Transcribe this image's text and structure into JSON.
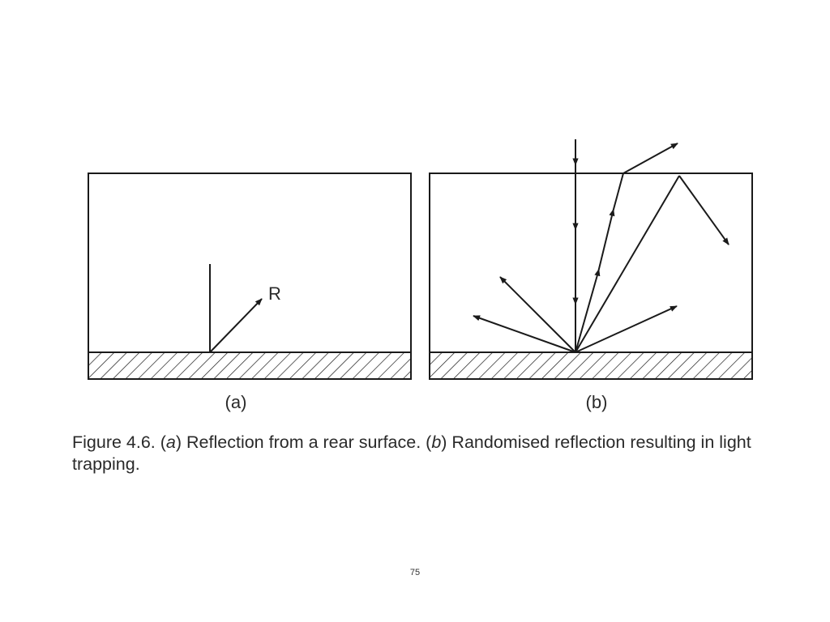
{
  "panels": {
    "a": {
      "label": "(a)",
      "ray_label": "R"
    },
    "b": {
      "label": "(b)"
    }
  },
  "caption": {
    "prefix": "Figure 4.6. (",
    "a_letter": "a",
    "a_text": ") Reflection from a rear surface. (",
    "b_letter": "b",
    "b_text": ") Randomised reflection resulting in light trapping."
  },
  "page_number": "75",
  "colors": {
    "line": "#1a1a1a",
    "background": "#ffffff"
  }
}
